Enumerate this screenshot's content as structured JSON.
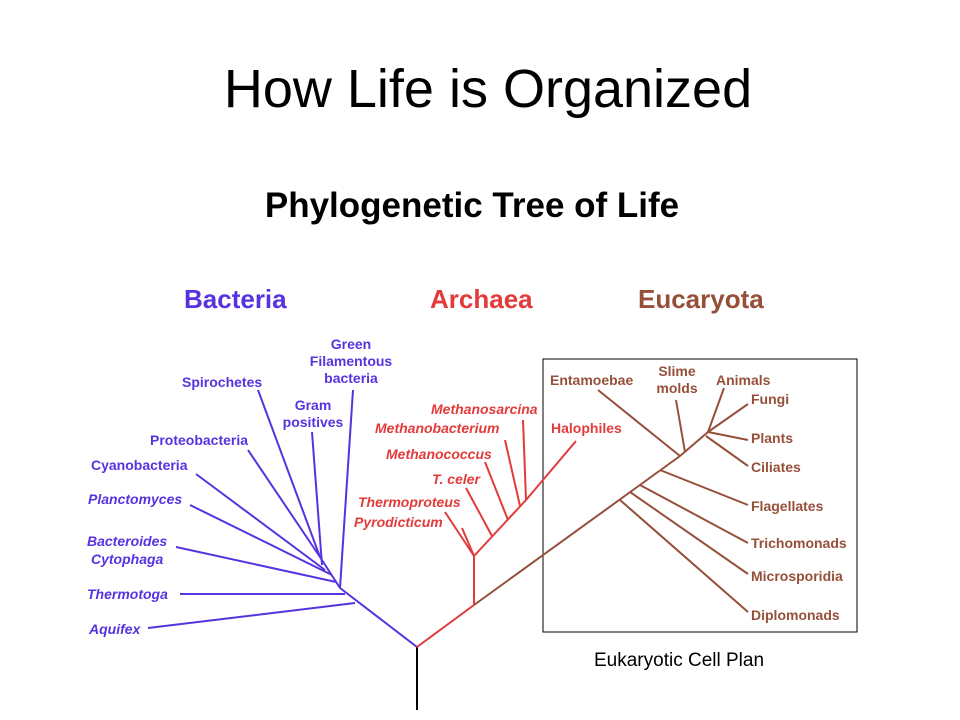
{
  "title": "How Life is Organized",
  "subtitle": "Phylogenetic Tree of Life",
  "colors": {
    "bacteria": "#5733e0",
    "archaea": "#e23b3b",
    "eucaryota": "#96503a",
    "trunk": "#000000",
    "box": "#000000"
  },
  "domains": {
    "bacteria": "Bacteria",
    "archaea": "Archaea",
    "eucaryota": "Eucaryota"
  },
  "bacteria": {
    "green_filamentous": [
      "Green",
      "Filamentous",
      "bacteria"
    ],
    "spirochetes": "Spirochetes",
    "gram_positives": [
      "Gram",
      "positives"
    ],
    "proteobacteria": "Proteobacteria",
    "cyanobacteria": "Cyanobacteria",
    "planctomyces": "Planctomyces",
    "bacteroides": [
      "Bacteroides",
      "Cytophaga"
    ],
    "thermotoga": "Thermotoga",
    "aquifex": "Aquifex"
  },
  "archaea": {
    "methanosarcina": "Methanosarcina",
    "methanobacterium": "Methanobacterium",
    "halophiles": "Halophiles",
    "methanococcus": "Methanococcus",
    "t_celer": "T. celer",
    "thermoproteus": "Thermoproteus",
    "pyrodicticum": "Pyrodicticum"
  },
  "eucaryota": {
    "entamoebae": "Entamoebae",
    "slime_molds": [
      "Slime",
      "molds"
    ],
    "animals": "Animals",
    "fungi": "Fungi",
    "plants": "Plants",
    "ciliates": "Ciliates",
    "flagellates": "Flagellates",
    "trichomonads": "Trichomonads",
    "microsporidia": "Microsporidia",
    "diplomonads": "Diplomonads"
  },
  "caption": "Eukaryotic Cell Plan"
}
